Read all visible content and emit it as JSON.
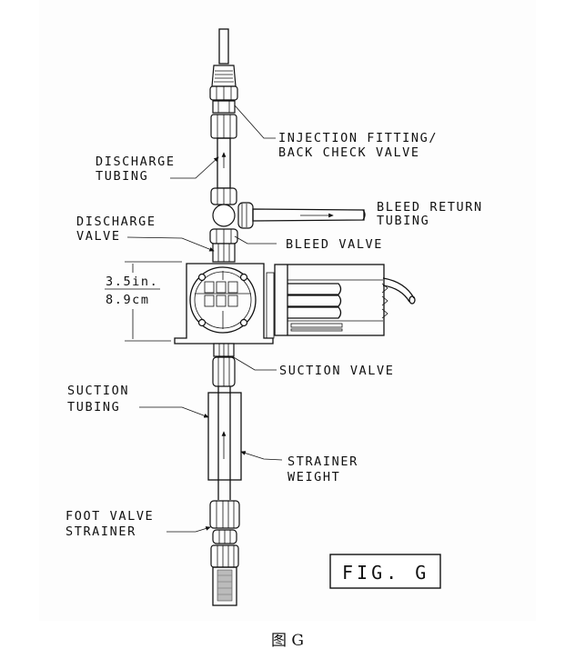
{
  "figure": {
    "title_box": "FIG. G",
    "caption": "图 G",
    "labels": {
      "injection_fitting_line1": "INJECTION FITTING/",
      "injection_fitting_line2": "BACK CHECK VALVE",
      "discharge_tubing_line1": "DISCHARGE",
      "discharge_tubing_line2": "TUBING",
      "bleed_return_line1": "BLEED RETURN",
      "bleed_return_line2": "TUBING",
      "discharge_valve_line1": "DISCHARGE",
      "discharge_valve_line2": "VALVE",
      "bleed_valve": "BLEED VALVE",
      "dimension_in": "3.5in.",
      "dimension_cm": "8.9cm",
      "suction_valve": "SUCTION VALVE",
      "suction_tubing_line1": "SUCTION",
      "suction_tubing_line2": "TUBING",
      "strainer_weight_line1": "STRAINER",
      "strainer_weight_line2": "WEIGHT",
      "foot_valve_line1": "FOOT VALVE",
      "foot_valve_line2": "STRAINER"
    }
  }
}
